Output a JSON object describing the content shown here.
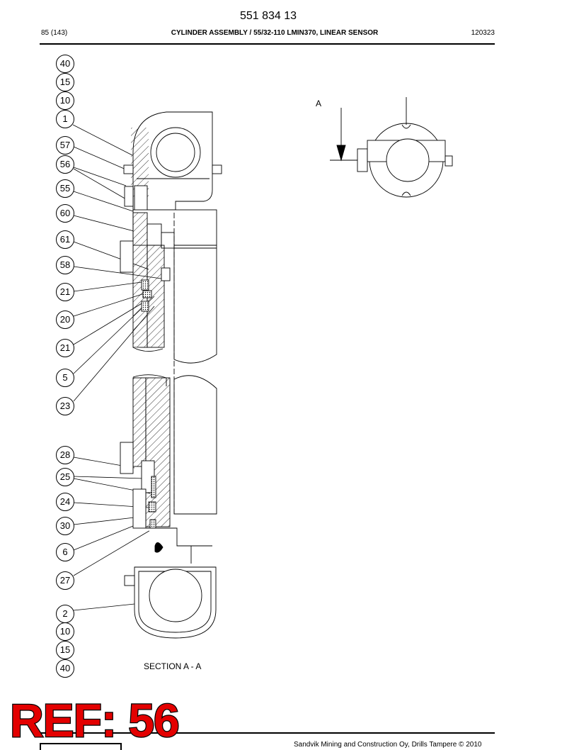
{
  "header": {
    "doc_number": "551 834 13",
    "page": "85 (143)",
    "title": "CYLINDER ASSEMBLY / 55/32-110 LMIN370, LINEAR SENSOR",
    "code": "120323"
  },
  "callouts": [
    "40",
    "15",
    "10",
    "1",
    "57",
    "56",
    "55",
    "60",
    "61",
    "58",
    "21",
    "20",
    "21",
    "5",
    "23",
    "28",
    "25",
    "24",
    "30",
    "6",
    "27",
    "2",
    "10",
    "15",
    "40"
  ],
  "section_view_label": "A",
  "section_caption": "SECTION A - A",
  "ref_stamp": "REF: 56",
  "footer": {
    "copyright": "Sandvik Mining and Construction Oy, Drills Tampere © 2010"
  }
}
